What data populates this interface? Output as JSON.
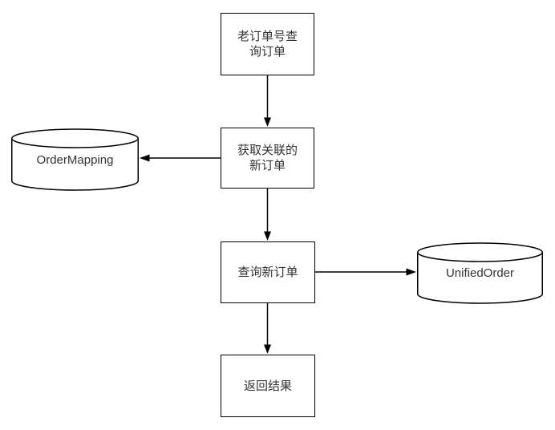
{
  "diagram": {
    "type": "flowchart",
    "colors": {
      "stroke": "#000000",
      "shape_fill": "#ffffff",
      "text": "#333333",
      "background": "#ffffff"
    },
    "nodes": [
      {
        "id": "old-order-query",
        "shape": "rect",
        "label": "老订单号查询订单",
        "lines": [
          "老订单号查",
          "询订单"
        ]
      },
      {
        "id": "get-related-new-order",
        "shape": "rect",
        "label": "获取关联的新订单",
        "lines": [
          "获取关联的",
          "新订单"
        ]
      },
      {
        "id": "order-mapping",
        "shape": "cylinder",
        "label": "OrderMapping"
      },
      {
        "id": "query-new-order",
        "shape": "rect",
        "label": "查询新订单"
      },
      {
        "id": "unified-order",
        "shape": "cylinder",
        "label": "UnifiedOrder"
      },
      {
        "id": "return-result",
        "shape": "rect",
        "label": "返回结果"
      }
    ],
    "edges": [
      {
        "from": "old-order-query",
        "to": "get-related-new-order",
        "direction": "down"
      },
      {
        "from": "get-related-new-order",
        "to": "order-mapping",
        "direction": "left"
      },
      {
        "from": "get-related-new-order",
        "to": "query-new-order",
        "direction": "down"
      },
      {
        "from": "query-new-order",
        "to": "unified-order",
        "direction": "right"
      },
      {
        "from": "query-new-order",
        "to": "return-result",
        "direction": "down"
      }
    ]
  }
}
